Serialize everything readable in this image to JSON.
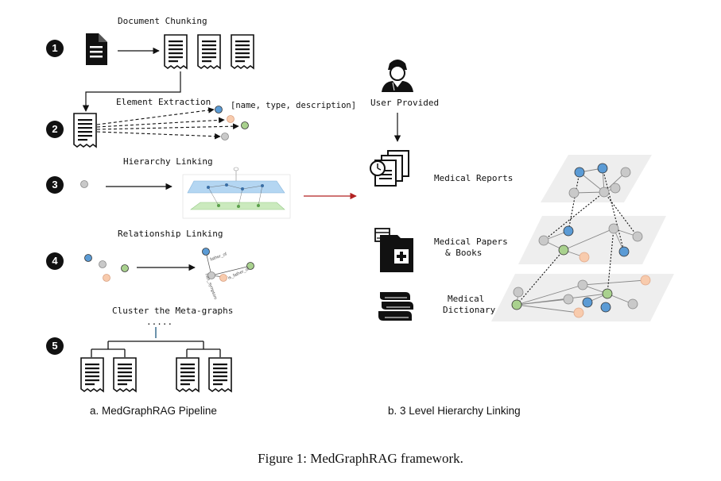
{
  "pipeline": {
    "steps": [
      "1",
      "2",
      "3",
      "4",
      "5"
    ],
    "chunking_label": "Document Chunking",
    "extraction_label": "Element Extraction",
    "entity_schema": "[name, type, description]",
    "hierarchy_label": "Hierarchy Linking",
    "relationship_label": "Relationship Linking",
    "relation_edges": [
      "father_of",
      "has_symptom",
      "is_father_of"
    ],
    "cluster_label": "Cluster the Meta-graphs",
    "ellipsis": "....."
  },
  "hierarchy": {
    "user_label": "User Provided",
    "level1_label": "Medical Reports",
    "level2_label_line1": "Medical Papers",
    "level2_label_line2": "& Books",
    "level3_label_line1": "Medical",
    "level3_label_line2": "Dictionary"
  },
  "subcaptions": {
    "a": "a. MedGraphRAG Pipeline",
    "b": "b. 3 Level Hierarchy Linking"
  },
  "caption": "Figure 1: MedGraphRAG framework.",
  "colors": {
    "blue": "#5b9bd5",
    "green": "#a9d18e",
    "orange": "#f8cbad",
    "gray": "#c9c9c9",
    "arrow_red": "#b22222"
  }
}
